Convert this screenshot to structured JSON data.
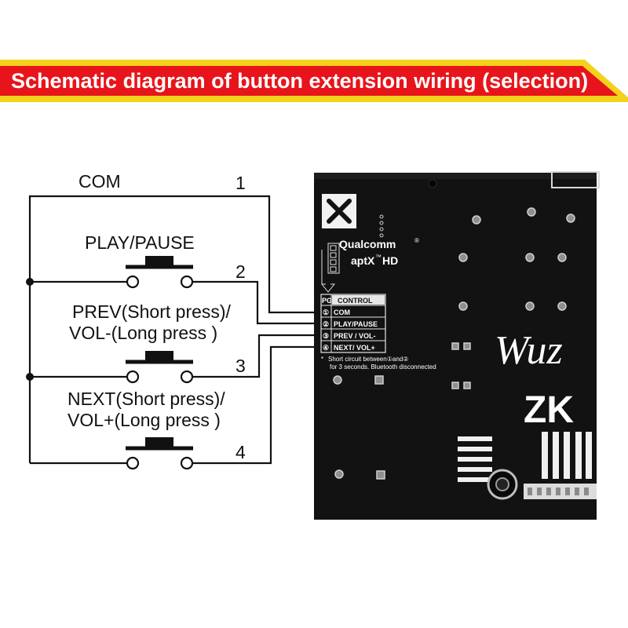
{
  "colors": {
    "banner_red": "#e8141b",
    "banner_yellow": "#f2d21b",
    "pcb_black": "#121212",
    "wire": "#111111"
  },
  "banner": {
    "title": "Schematic diagram of button extension wiring (selection)"
  },
  "schematic": {
    "com_label": "COM",
    "buttons": [
      {
        "label_line1": "PLAY/PAUSE",
        "label_line2": "",
        "pin": "2"
      },
      {
        "label_line1": "PREV(Short press)/",
        "label_line2": "VOL-(Long press )",
        "pin": "3"
      },
      {
        "label_line1": "NEXT(Short press)/",
        "label_line2": "VOL+(Long press )",
        "pin": "4"
      }
    ],
    "com_pin": "1"
  },
  "board": {
    "brand_line1": "Qualcomm",
    "brand_reg": "®",
    "brand_line2": "aptX",
    "brand_line2_tm": "™",
    "brand_line2_suffix": "HD",
    "table_header_left": "PG",
    "table_header_right": "CONTROL",
    "table_rows": [
      {
        "num": "①",
        "name": "COM"
      },
      {
        "num": "②",
        "name": "PLAY/PAUSE"
      },
      {
        "num": "③",
        "name": "PREV / VOL-"
      },
      {
        "num": "④",
        "name": "NEXT/ VOL+"
      }
    ],
    "note_star": "*",
    "note_line1": "Short circuit between①and②",
    "note_line2": "for 3 seconds. Bluetooth disconnected",
    "script_logo": "Wuz",
    "big_text": "ZK"
  }
}
